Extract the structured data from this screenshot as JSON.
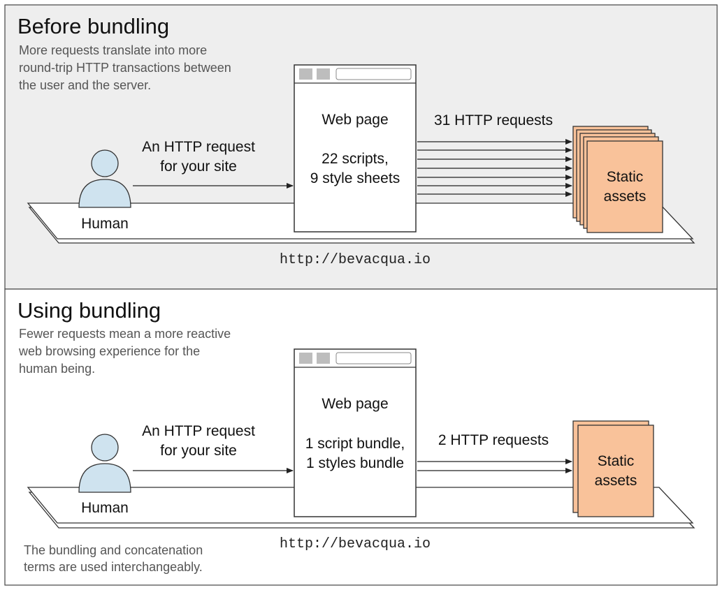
{
  "colors": {
    "panel_top_bg": "#eeeeee",
    "panel_bottom_bg": "#ffffff",
    "person_fill": "#cfe3ef",
    "asset_fill": "#f9c29a",
    "browser_button": "#bdbdbd"
  },
  "before": {
    "title": "Before bundling",
    "description": [
      "More requests translate into more",
      "round-trip HTTP transactions between",
      "the user and the server."
    ],
    "request_label": [
      "An HTTP request",
      "for your site"
    ],
    "human_label": "Human",
    "webpage_title": "Web page",
    "webpage_content": [
      "22 scripts,",
      "9 style sheets"
    ],
    "requests_label": "31 HTTP requests",
    "assets_label": [
      "Static",
      "assets"
    ],
    "url": "http://bevacqua.io"
  },
  "after": {
    "title": "Using bundling",
    "description": [
      "Fewer requests mean a more reactive",
      "web browsing experience for the",
      "human being."
    ],
    "request_label": [
      "An HTTP request",
      "for your site"
    ],
    "human_label": "Human",
    "webpage_title": "Web page",
    "webpage_content": [
      "1 script bundle,",
      "1 styles bundle"
    ],
    "requests_label": "2 HTTP requests",
    "assets_label": [
      "Static",
      "assets"
    ],
    "url": "http://bevacqua.io"
  },
  "footnote": [
    "The bundling and concatenation",
    "terms are used interchangeably."
  ]
}
